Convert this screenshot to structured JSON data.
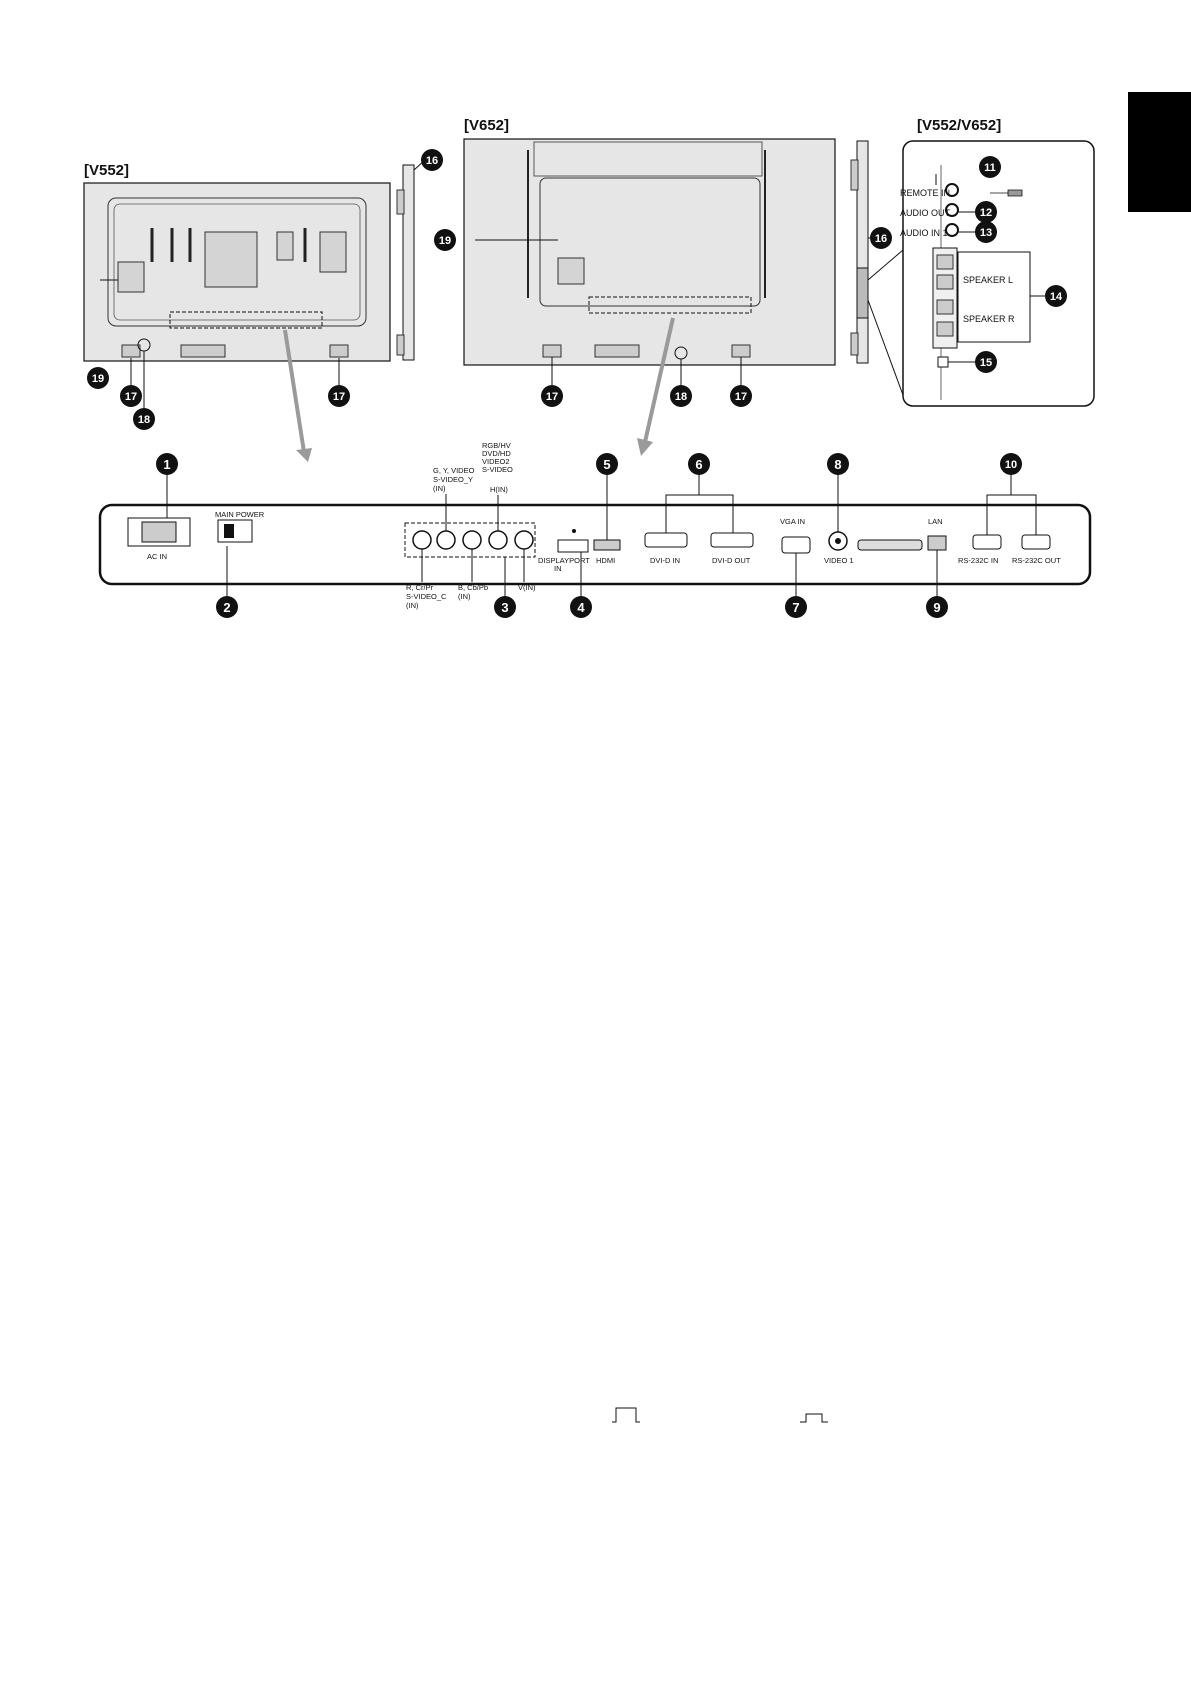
{
  "models": {
    "v552": "[V552]",
    "v652": "[V652]",
    "both": "[V552/V652]"
  },
  "callouts": [
    "1",
    "2",
    "3",
    "4",
    "5",
    "6",
    "7",
    "8",
    "9",
    "10",
    "11",
    "12",
    "13",
    "14",
    "15",
    "16",
    "17",
    "18",
    "19"
  ],
  "side_panel": {
    "remote_in": "REMOTE IN",
    "audio_out": "AUDIO OUT",
    "audio_in_1": "AUDIO IN 1",
    "speaker_l": "SPEAKER L",
    "speaker_r": "SPEAKER R"
  },
  "terminal_panel": {
    "main_power": "MAIN POWER",
    "ac_in": "AC IN",
    "top_label_1": "G, Y, VIDEO",
    "top_label_2": "S-VIDEO_Y",
    "top_label_3": "(IN)",
    "rgb_1": "RGB/HV",
    "rgb_2": "DVD/HD",
    "rgb_3": "VIDEO2",
    "rgb_4": "S-VIDEO",
    "h_in": "H(IN)",
    "r_1": "R, Cr/Pr",
    "r_2": "S-VIDEO_C",
    "r_3": "(IN)",
    "b_1": "B, Cb/Pb",
    "b_2": "(IN)",
    "v_in": "V(IN)",
    "displayport_1": "DISPLAYPORT",
    "displayport_2": "IN",
    "hdmi": "HDMI",
    "dvi_in": "DVI-D IN",
    "dvi_out": "DVI-D OUT",
    "vga_in": "VGA IN",
    "video_1": "VIDEO 1",
    "lan": "LAN",
    "rs232_in": "RS-232C IN",
    "rs232_out": "RS-232C OUT"
  },
  "colors": {
    "ink": "#111111",
    "panel_fill": "#e6e6e6",
    "callout_bg": "#111111",
    "arrow": "#9a9a9a"
  }
}
